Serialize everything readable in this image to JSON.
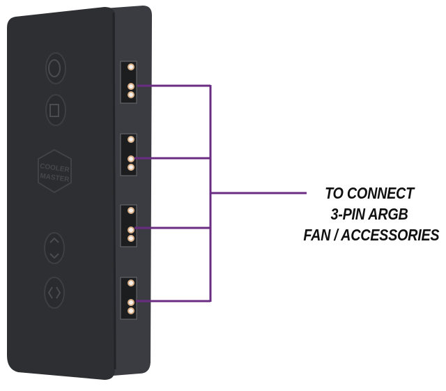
{
  "product": {
    "logo_text": "COOLER MASTER",
    "buttons": [
      "power-icon",
      "mode-icon",
      "speed-up-down-icon",
      "color-left-right-icon"
    ],
    "port_count": 4
  },
  "callout": {
    "lines": [
      "TO CONNECT",
      "3-PIN ARGB",
      "FAN / ACCESSORIES"
    ]
  },
  "colors": {
    "device": "#2e3033",
    "device_side": "#3a3c40",
    "leader_line": "#6a2c82",
    "pin": "#d9b089"
  }
}
